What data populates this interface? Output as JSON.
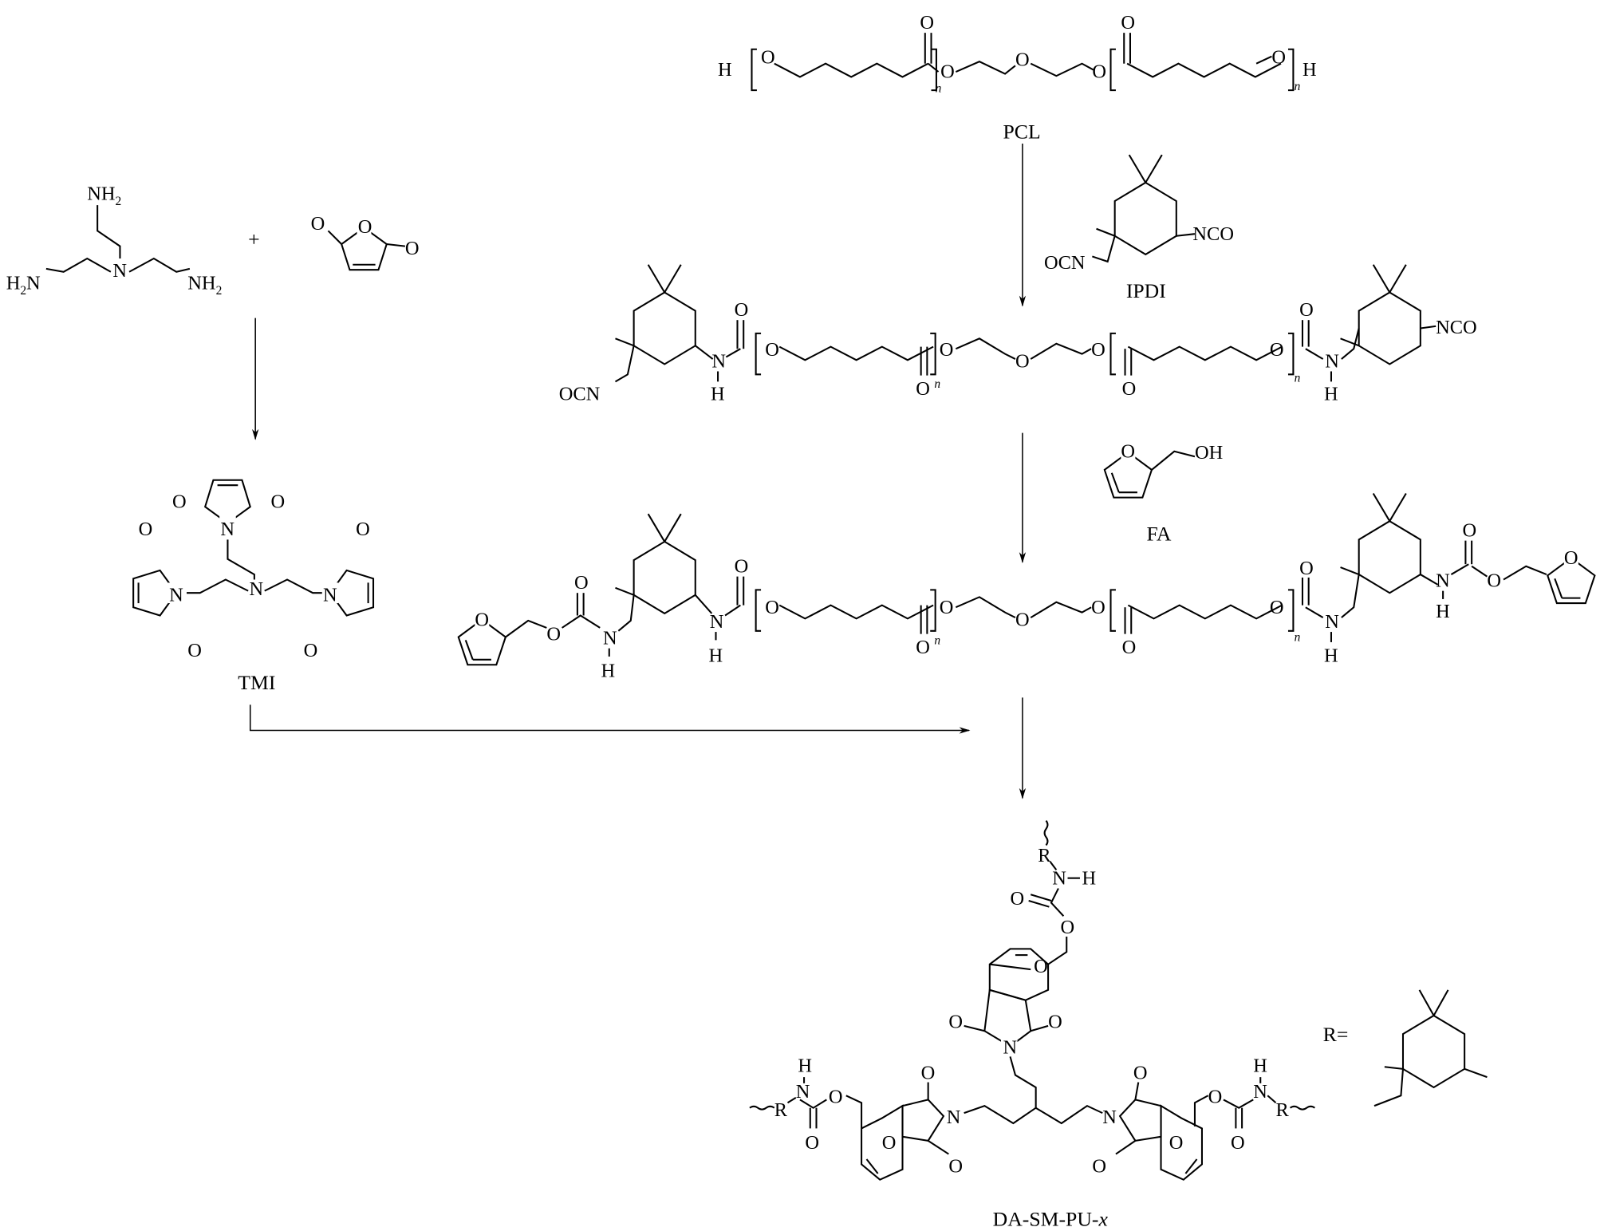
{
  "atoms": {
    "O": "O",
    "N": "N",
    "H": "H",
    "R": "R",
    "n": "n",
    "NCO": "NCO",
    "OCN": "OCN",
    "NH": "NH",
    "H2N_H": "H",
    "sub2": "2",
    "OH": "OH",
    "Req": "R="
  },
  "labels": {
    "pcl": "PCL",
    "ipdi": "IPDI",
    "fa": "FA",
    "tmi": "TMI",
    "plus": "+",
    "product": "DA-SM-PU-",
    "product_suffix": "x"
  }
}
